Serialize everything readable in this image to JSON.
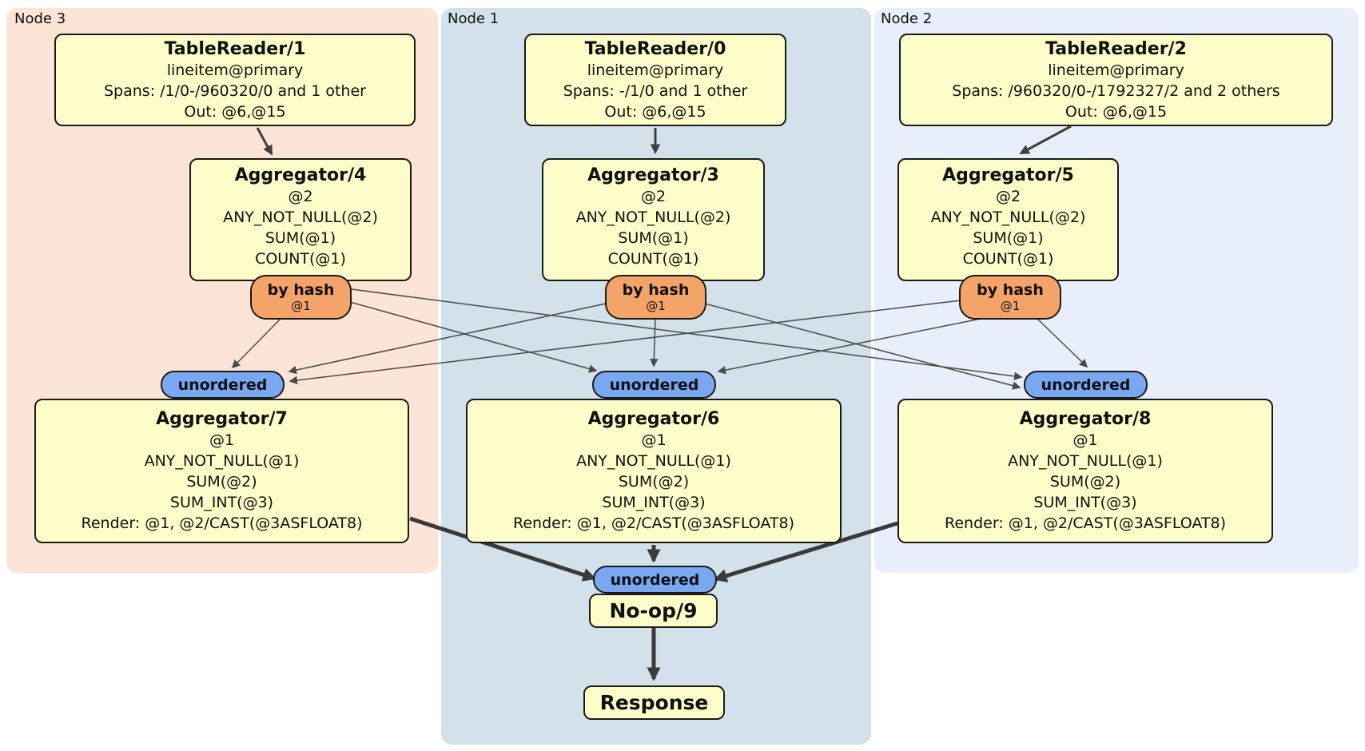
{
  "regions": [
    {
      "label": "Node 3"
    },
    {
      "label": "Node 1"
    },
    {
      "label": "Node 2"
    }
  ],
  "processors": {
    "tablereader1": {
      "title": "TableReader/1",
      "lines": [
        "lineitem@primary",
        "Spans: /1/0-/960320/0 and 1 other",
        "Out: @6,@15"
      ]
    },
    "tablereader0": {
      "title": "TableReader/0",
      "lines": [
        "lineitem@primary",
        "Spans: -/1/0 and 1 other",
        "Out: @6,@15"
      ]
    },
    "tablereader2": {
      "title": "TableReader/2",
      "lines": [
        "lineitem@primary",
        "Spans: /960320/0-/1792327/2 and 2 others",
        "Out: @6,@15"
      ]
    },
    "aggregator4": {
      "title": "Aggregator/4",
      "lines": [
        "@2",
        "ANY_NOT_NULL(@2)",
        "SUM(@1)",
        "COUNT(@1)"
      ]
    },
    "aggregator3": {
      "title": "Aggregator/3",
      "lines": [
        "@2",
        "ANY_NOT_NULL(@2)",
        "SUM(@1)",
        "COUNT(@1)"
      ]
    },
    "aggregator5": {
      "title": "Aggregator/5",
      "lines": [
        "@2",
        "ANY_NOT_NULL(@2)",
        "SUM(@1)",
        "COUNT(@1)"
      ]
    },
    "aggregator7": {
      "title": "Aggregator/7",
      "lines": [
        "@1",
        "ANY_NOT_NULL(@1)",
        "SUM(@2)",
        "SUM_INT(@3)",
        "Render: @1, @2/CAST(@3ASFLOAT8)"
      ]
    },
    "aggregator6": {
      "title": "Aggregator/6",
      "lines": [
        "@1",
        "ANY_NOT_NULL(@1)",
        "SUM(@2)",
        "SUM_INT(@3)",
        "Render: @1, @2/CAST(@3ASFLOAT8)"
      ]
    },
    "aggregator8": {
      "title": "Aggregator/8",
      "lines": [
        "@1",
        "ANY_NOT_NULL(@1)",
        "SUM(@2)",
        "SUM_INT(@3)",
        "Render: @1, @2/CAST(@3ASFLOAT8)"
      ]
    },
    "noop": {
      "title": "No-op/9"
    },
    "response": {
      "title": "Response"
    }
  },
  "routers": [
    {
      "label": "by hash",
      "detail": "@1"
    },
    {
      "label": "by hash",
      "detail": "@1"
    },
    {
      "label": "by hash",
      "detail": "@1"
    }
  ],
  "synchronizers": [
    {
      "label": "unordered"
    },
    {
      "label": "unordered"
    },
    {
      "label": "unordered"
    },
    {
      "label": "unordered"
    }
  ],
  "colors": {
    "node3_bg": "#fce4d6",
    "node1_bg": "#d2e1ea",
    "node2_bg": "#e9effa",
    "processor_bg": "#fdfdc9",
    "router_bg": "#f5a469",
    "sync_bg": "#79a7f2",
    "edge": "#4a4a4a",
    "border": "#1a1a1a"
  }
}
